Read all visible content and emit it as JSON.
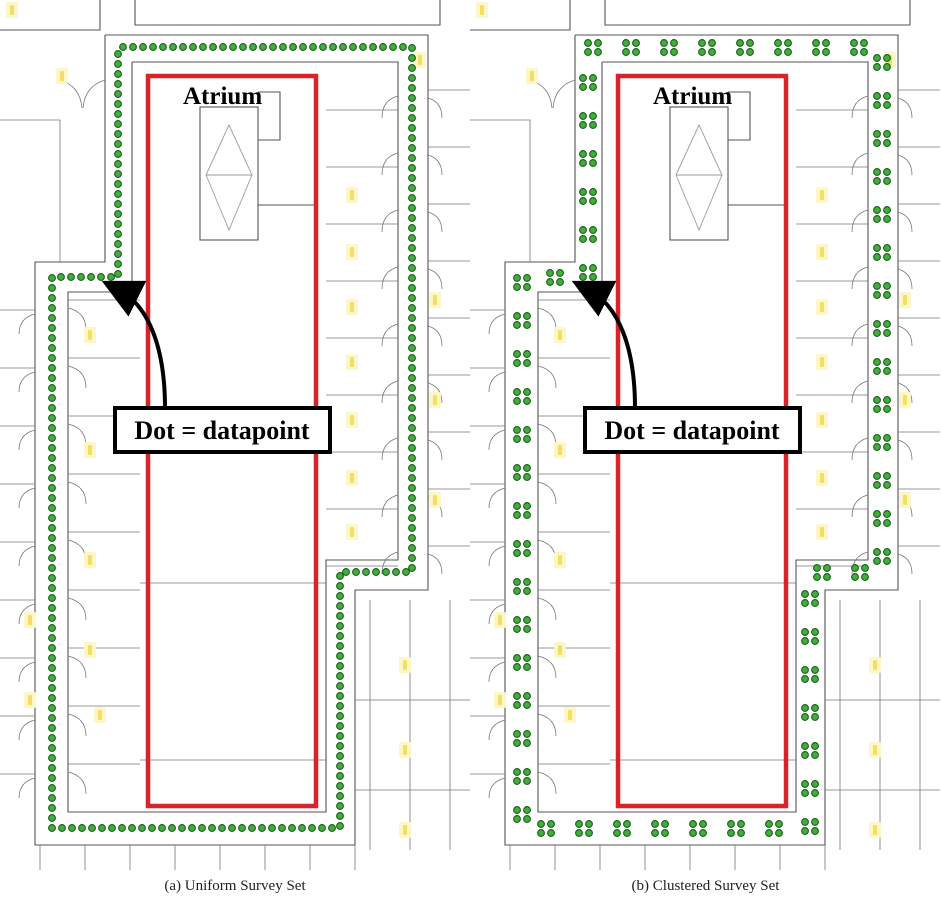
{
  "colors": {
    "atrium_outline": "#d92328",
    "datapoint_fill": "#3fae3a",
    "datapoint_stroke": "#1d5f1d",
    "floorplan_lines": "#555555",
    "light_fixture": "#f3df62"
  },
  "icons": {
    "datapoint_marker": "green-dot-icon",
    "callout_arrow": "curved-arrow-icon",
    "light_fixture": "ceiling-light-icon"
  },
  "panels": [
    {
      "id": "a",
      "atrium_label": "Atrium",
      "callout_text": "Dot = datapoint",
      "caption": "(a) Uniform Survey Set",
      "survey_layout": "uniform"
    },
    {
      "id": "b",
      "atrium_label": "Atrium",
      "callout_text": "Dot = datapoint",
      "caption": "(b) Clustered Survey Set",
      "survey_layout": "clustered"
    }
  ]
}
